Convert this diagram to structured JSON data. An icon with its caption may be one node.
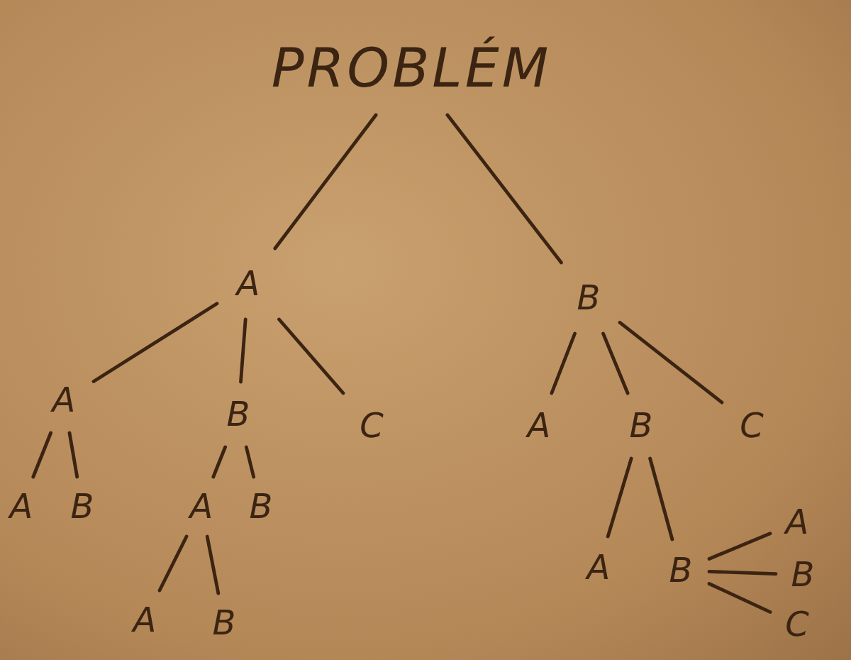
{
  "diagram": {
    "nodes": [
      {
        "text": [
          "PROBLÉM"
        ]
      },
      {
        "text": [
          "A"
        ]
      },
      {
        "text": [
          "B"
        ]
      },
      {
        "text": [
          "A"
        ]
      },
      {
        "text": [
          "B"
        ]
      },
      {
        "text": [
          "C"
        ]
      },
      {
        "text": [
          "A"
        ]
      },
      {
        "text": [
          "B"
        ]
      },
      {
        "text": [
          "C"
        ]
      },
      {
        "text": [
          "A"
        ]
      },
      {
        "text": [
          "B"
        ]
      },
      {
        "text": [
          "A"
        ]
      },
      {
        "text": [
          "B"
        ]
      },
      {
        "text": [
          "A"
        ]
      },
      {
        "text": [
          "B"
        ]
      },
      {
        "text": [
          "A"
        ]
      },
      {
        "text": [
          "B"
        ]
      },
      {
        "text": [
          "A"
        ]
      },
      {
        "text": [
          "B"
        ]
      },
      {
        "text": [
          "C"
        ]
      }
    ],
    "edges": [
      {
        "from": 0,
        "to": 1,
        "arrow": "none"
      },
      {
        "from": 0,
        "to": 2,
        "arrow": "none"
      },
      {
        "from": 1,
        "to": 3,
        "arrow": "none"
      },
      {
        "from": 1,
        "to": 4,
        "arrow": "none"
      },
      {
        "from": 1,
        "to": 5,
        "arrow": "none"
      },
      {
        "from": 2,
        "to": 6,
        "arrow": "none"
      },
      {
        "from": 2,
        "to": 7,
        "arrow": "none"
      },
      {
        "from": 2,
        "to": 8,
        "arrow": "none"
      },
      {
        "from": 3,
        "to": 9,
        "arrow": "none"
      },
      {
        "from": 3,
        "to": 10,
        "arrow": "none"
      },
      {
        "from": 4,
        "to": 11,
        "arrow": "none"
      },
      {
        "from": 4,
        "to": 12,
        "arrow": "none"
      },
      {
        "from": 11,
        "to": 13,
        "arrow": "none"
      },
      {
        "from": 11,
        "to": 14,
        "arrow": "none"
      },
      {
        "from": 7,
        "to": 15,
        "arrow": "none"
      },
      {
        "from": 7,
        "to": 16,
        "arrow": "none"
      },
      {
        "from": 16,
        "to": 17,
        "arrow": "none"
      },
      {
        "from": 16,
        "to": 18,
        "arrow": "none"
      },
      {
        "from": 16,
        "to": 19,
        "arrow": "none"
      }
    ]
  }
}
